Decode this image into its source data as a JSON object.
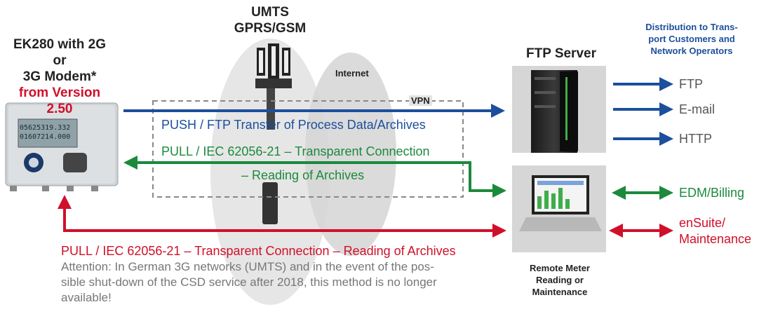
{
  "device": {
    "title_line1": "EK280 with 2G or",
    "title_line2": "3G Modem*",
    "version": "from Version 2.50",
    "screen_line1": "05625319.332",
    "screen_line2": "01607214.000"
  },
  "network": {
    "line1": "UMTS",
    "line2": "GPRS/GSM",
    "internet": "Internet",
    "vpn": "VPN"
  },
  "ftp_server": {
    "title": "FTP Server"
  },
  "distribution": {
    "title_line1": "Distribution to Trans-",
    "title_line2": "port Customers and",
    "title_line3": "Network Operators",
    "items": [
      "FTP",
      "E-mail",
      "HTTP"
    ]
  },
  "flows": {
    "push": "PUSH / FTP Transfer of Process Data/Archives",
    "pull_green_line1": "PULL / IEC 62056-21 – Transparent Connection",
    "pull_green_line2": "– Reading of Archives",
    "pull_red": "PULL / IEC 62056-21 – Transparent Connection – Reading of Archives"
  },
  "attention": {
    "line1": "Attention: In German 3G networks (UMTS) and in the event of the pos-",
    "line2": "sible shut-down of the CSD service after 2018, this method is no longer",
    "line3": "available!"
  },
  "remote": {
    "caption_line1": "Remote Meter",
    "caption_line2": "Reading or",
    "caption_line3": "Maintenance",
    "edm": "EDM/Billing",
    "ensuite_line1": "enSuite/",
    "ensuite_line2": "Maintenance"
  },
  "colors": {
    "blue": "#1c4f9c",
    "green": "#1b8a3c",
    "red": "#d0102a"
  }
}
